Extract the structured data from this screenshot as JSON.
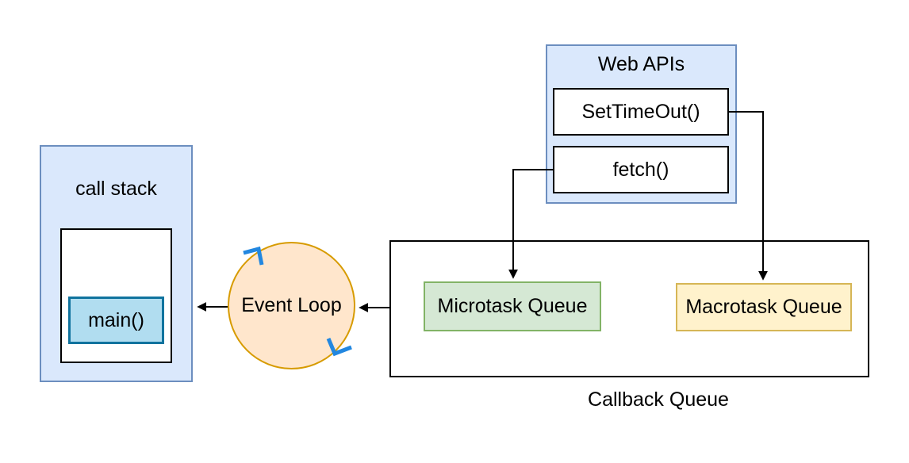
{
  "call_stack": {
    "label": "call stack",
    "frames": {
      "main": "main()"
    }
  },
  "event_loop": {
    "label": "Event Loop"
  },
  "web_apis": {
    "label": "Web APIs",
    "functions": [
      "SetTimeOut()",
      "fetch()"
    ]
  },
  "callback_queue": {
    "label": "Callback Queue",
    "queues": [
      {
        "label": "Microtask Queue"
      },
      {
        "label": "Macrotask Queue"
      }
    ]
  },
  "colors": {
    "blue_box_fill": "#dae8fc",
    "blue_box_stroke": "#6c8ebf",
    "main_frame_fill": "#b1ddf0",
    "main_frame_stroke": "#10739e",
    "event_loop_fill": "#ffe6cc",
    "event_loop_stroke": "#d79b00",
    "microtask_fill": "#d5e8d4",
    "microtask_stroke": "#82b366",
    "macrotask_fill": "#fff2cc",
    "macrotask_stroke": "#d6b656",
    "connector": "#000000",
    "rotation_marks": "#2287e0"
  }
}
